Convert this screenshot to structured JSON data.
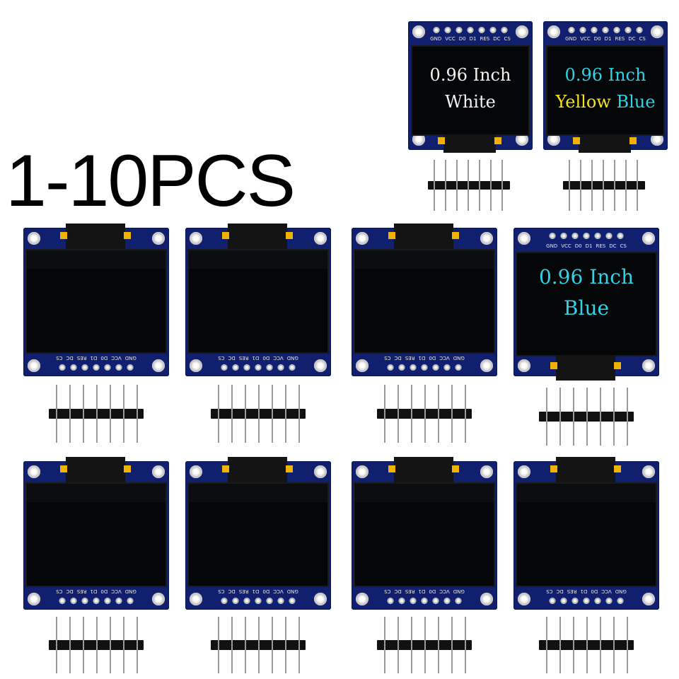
{
  "headline": "1-10PCS",
  "colors": {
    "board": "#10206e",
    "screen": "#050608",
    "text_white": "#f2f2f2",
    "text_yellow": "#f4e21c",
    "text_cyan": "#2fd2e6",
    "connector_tab": "#f0b400"
  },
  "pin_labels": [
    "GND",
    "VCC",
    "D0",
    "D1",
    "RES",
    "DC",
    "CS"
  ],
  "modules": {
    "white": {
      "line1": "0.96 Inch",
      "line2": "White"
    },
    "yellow_blue": {
      "line1": "0.96 Inch",
      "line2_yellow": "Yellow",
      "line2_cyan": "Blue"
    },
    "blue": {
      "line1": "0.96 Inch",
      "line2": "Blue"
    }
  }
}
